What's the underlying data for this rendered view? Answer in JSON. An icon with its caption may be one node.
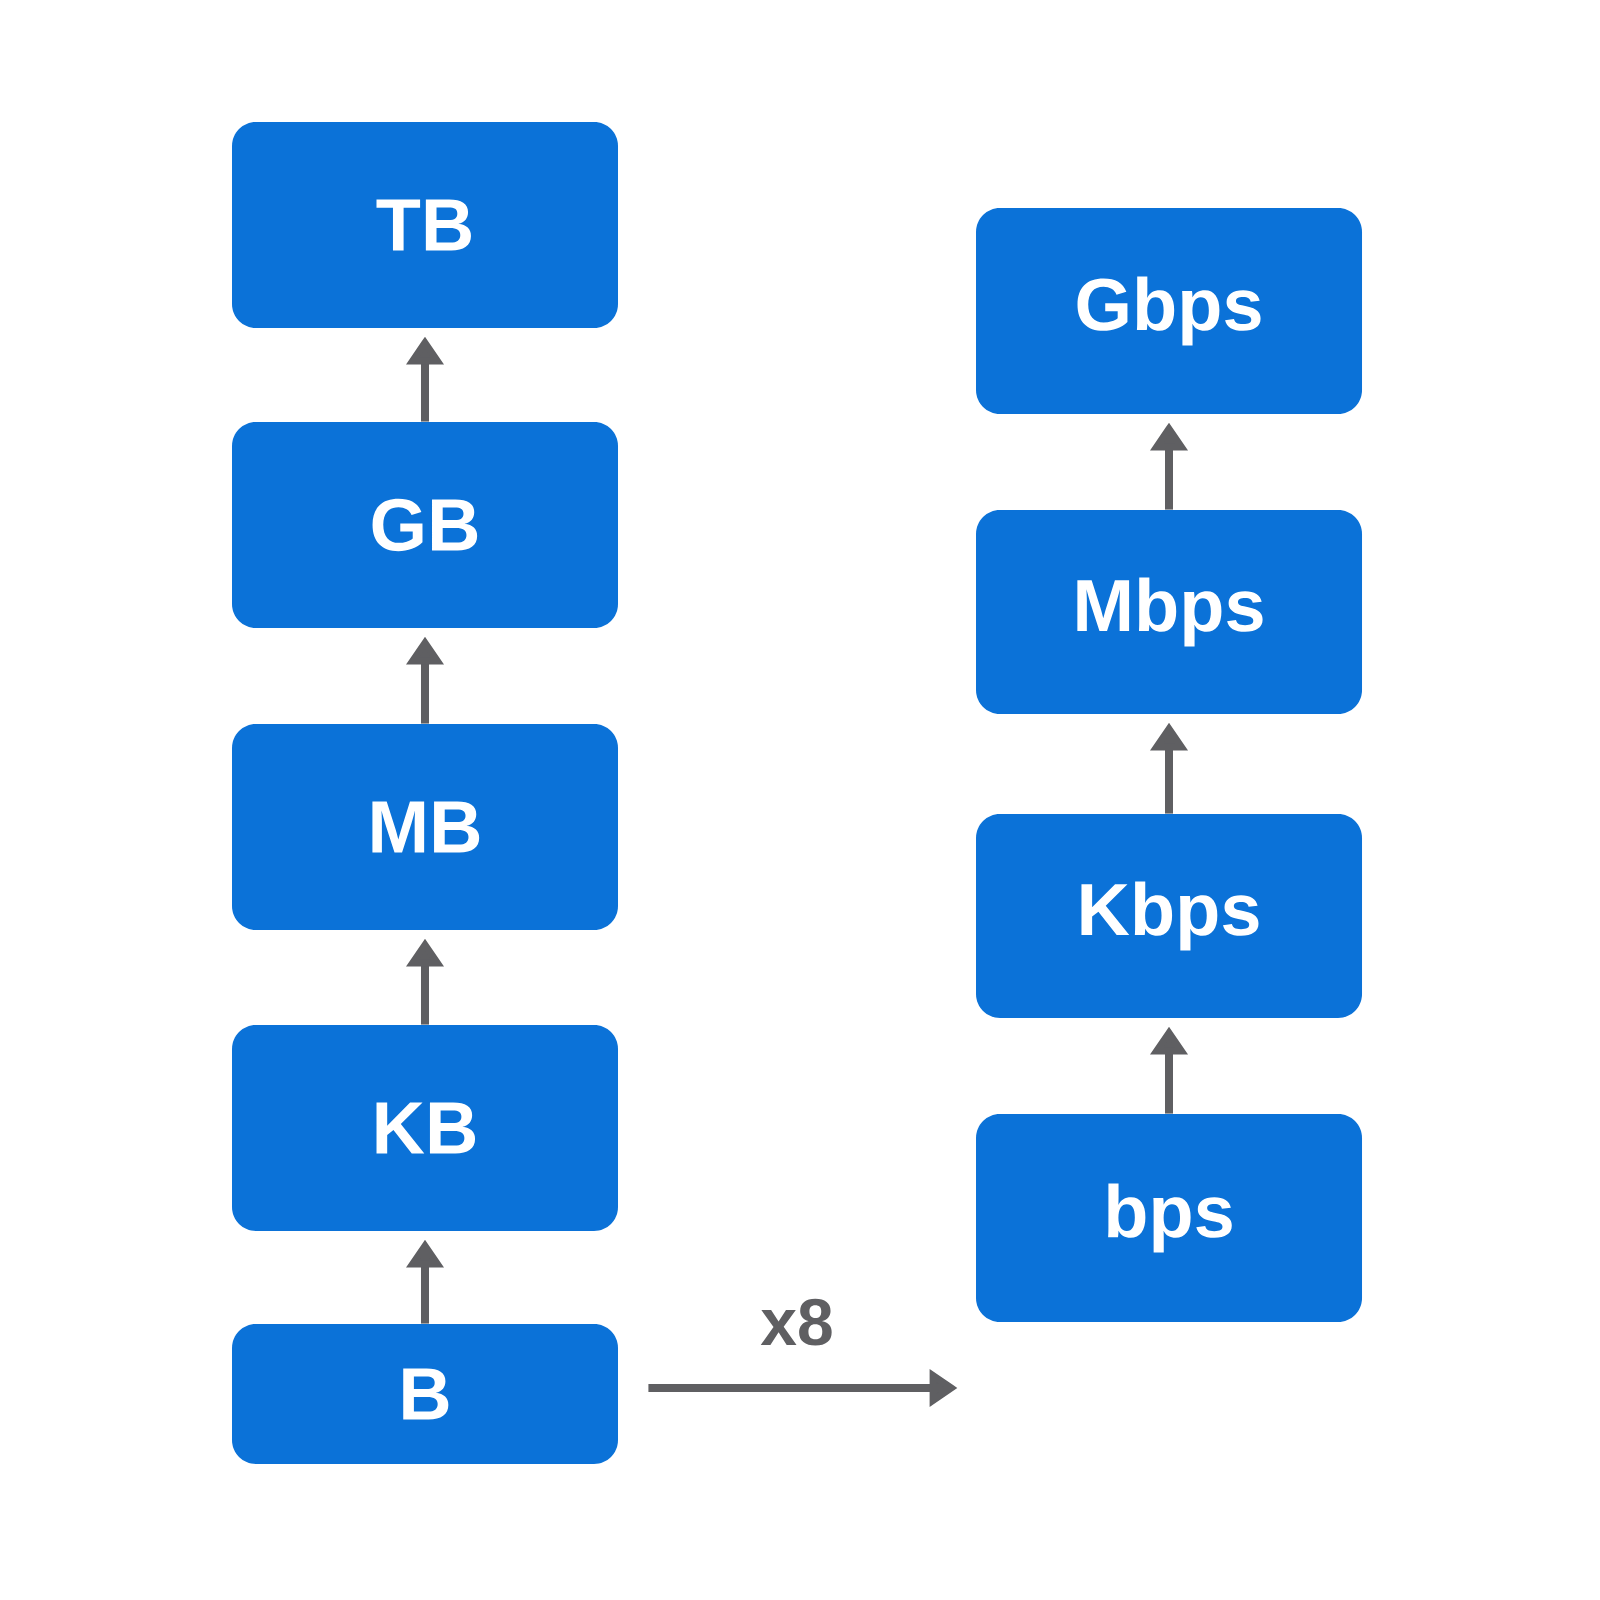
{
  "diagram": {
    "nodes": [
      {
        "text": [
          "TB"
        ]
      },
      {
        "text": [
          "GB"
        ]
      },
      {
        "text": [
          "MB"
        ]
      },
      {
        "text": [
          "KB"
        ]
      },
      {
        "text": [
          "B"
        ]
      },
      {
        "text": [
          "Gbps"
        ]
      },
      {
        "text": [
          "Mbps"
        ]
      },
      {
        "text": [
          "Kbps"
        ]
      },
      {
        "text": [
          "bps"
        ]
      }
    ],
    "edges": [
      {
        "from": 4,
        "to": 3,
        "arrow": "to"
      },
      {
        "from": 3,
        "to": 2,
        "arrow": "to"
      },
      {
        "from": 2,
        "to": 1,
        "arrow": "to"
      },
      {
        "from": 1,
        "to": 0,
        "arrow": "to"
      },
      {
        "from": 8,
        "to": 7,
        "arrow": "to"
      },
      {
        "from": 7,
        "to": 6,
        "arrow": "to"
      },
      {
        "from": 6,
        "to": 5,
        "arrow": "to"
      },
      {
        "from": 4,
        "to": 8,
        "arrow": "to",
        "label": "x8"
      }
    ]
  }
}
